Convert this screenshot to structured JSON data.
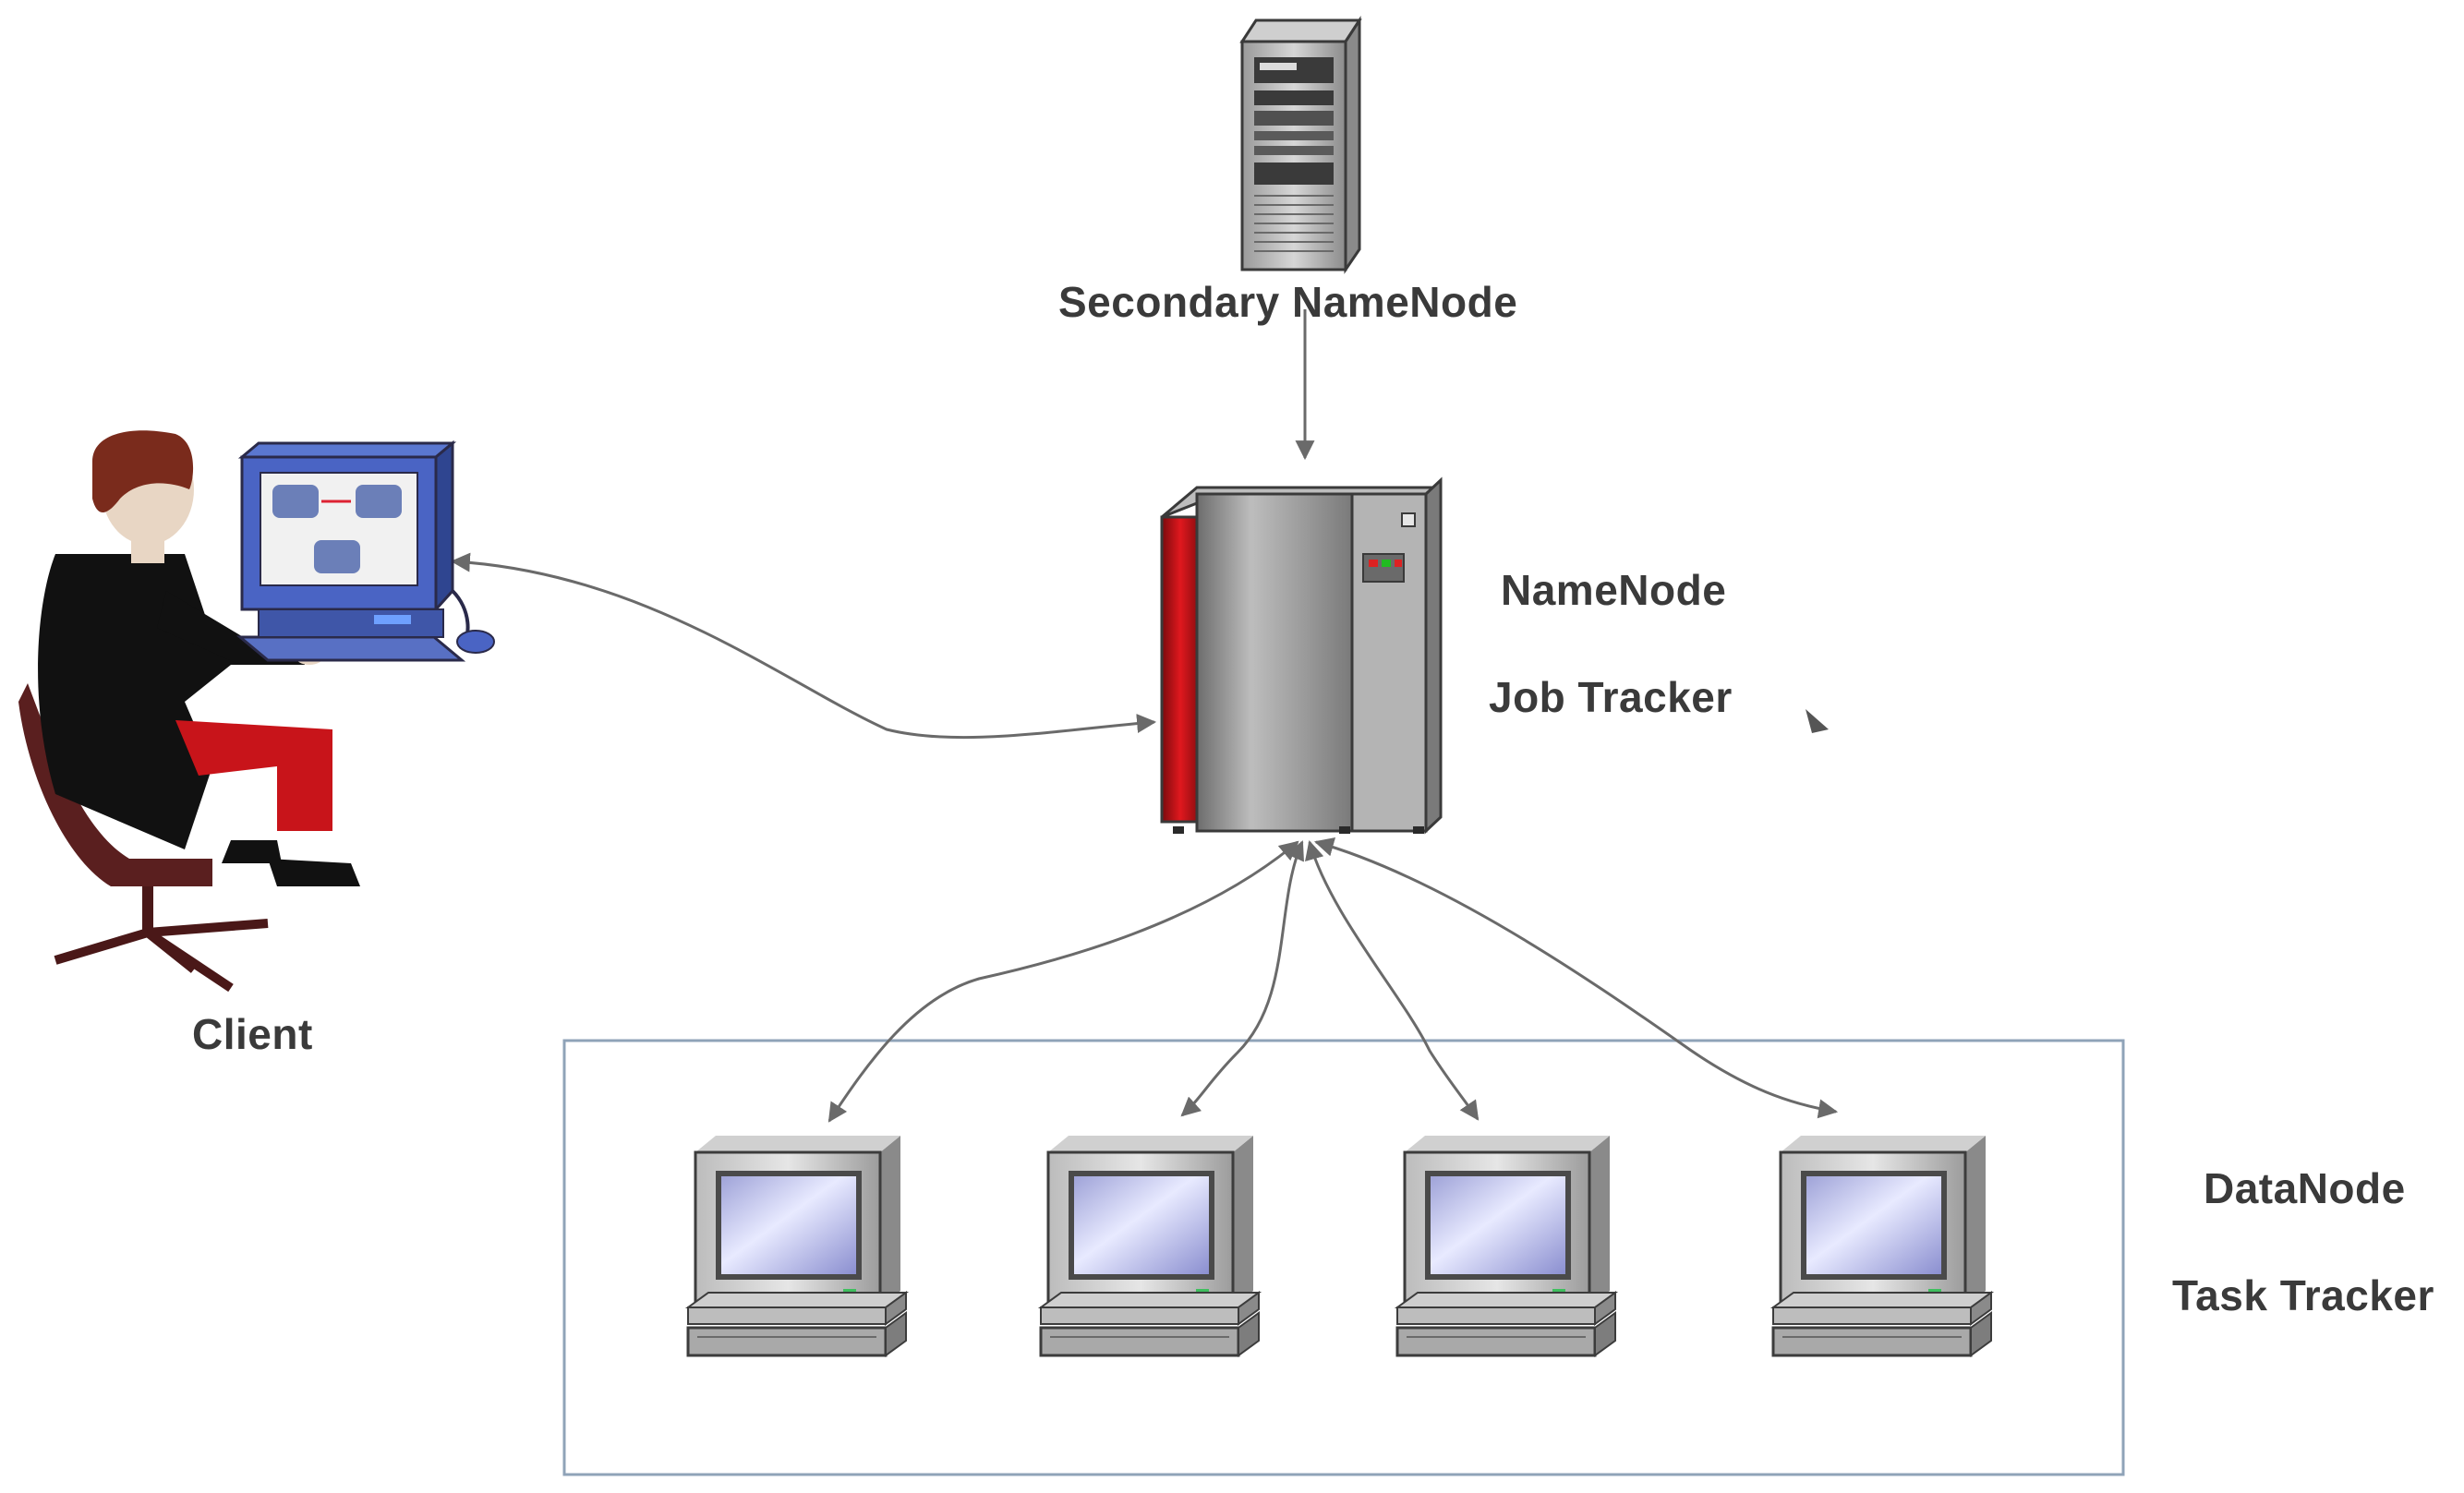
{
  "labels": {
    "secondary_namenode": "Secondary NameNode",
    "namenode": "NameNode",
    "job_tracker": "Job Tracker",
    "client": "Client",
    "datanode": "DataNode",
    "task_tracker": "Task Tracker"
  },
  "icons": {
    "secondary_server": "tower-server-icon",
    "main_server": "mainframe-server-icon",
    "client": "person-at-computer-icon",
    "workstation": "desktop-computer-icon"
  },
  "colors": {
    "text": "#3a3a3a",
    "arrow": "#6a6a6a",
    "box_border": "#8fa3b8",
    "server_red": "#c8141a"
  }
}
